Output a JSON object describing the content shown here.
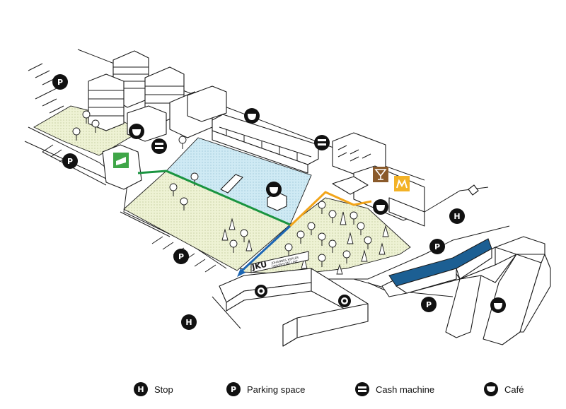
{
  "map": {
    "university_sign": {
      "logo": "JKU",
      "line1": "JOHANNES KEPLER",
      "line2": "UNIVERSITÄT LINZ"
    },
    "colors": {
      "green_path": "#1a9440",
      "orange_path": "#f2a51a",
      "blue_path": "#1c66b3",
      "highlight_building": "#1c5f93",
      "pond_fill": "#cfeaf4",
      "lawn_fill": "#eef2d4",
      "green_marker": "#3fa648",
      "bar_marker": "#8a5a2b",
      "mensa_marker": "#f3b226"
    },
    "markers": [
      {
        "type": "parking",
        "glyph": "P"
      },
      {
        "type": "parking",
        "glyph": "P"
      },
      {
        "type": "parking",
        "glyph": "P"
      },
      {
        "type": "parking",
        "glyph": "P"
      },
      {
        "type": "parking",
        "glyph": "P"
      },
      {
        "type": "stop",
        "glyph": "H"
      },
      {
        "type": "stop",
        "glyph": "H"
      },
      {
        "type": "cash-machine",
        "glyph": "="
      },
      {
        "type": "cash-machine",
        "glyph": "="
      },
      {
        "type": "cafe",
        "glyph": "cup"
      },
      {
        "type": "cafe",
        "glyph": "cup"
      },
      {
        "type": "cafe",
        "glyph": "cup"
      },
      {
        "type": "cafe",
        "glyph": "cup"
      },
      {
        "type": "cafe",
        "glyph": "cup"
      }
    ]
  },
  "legend": {
    "stop": {
      "icon": "H",
      "label": "Stop"
    },
    "parking": {
      "icon": "P",
      "label": "Parking space"
    },
    "cash": {
      "icon": "=",
      "label": "Cash machine"
    },
    "cafe": {
      "icon": "cup",
      "label": "Café"
    }
  }
}
